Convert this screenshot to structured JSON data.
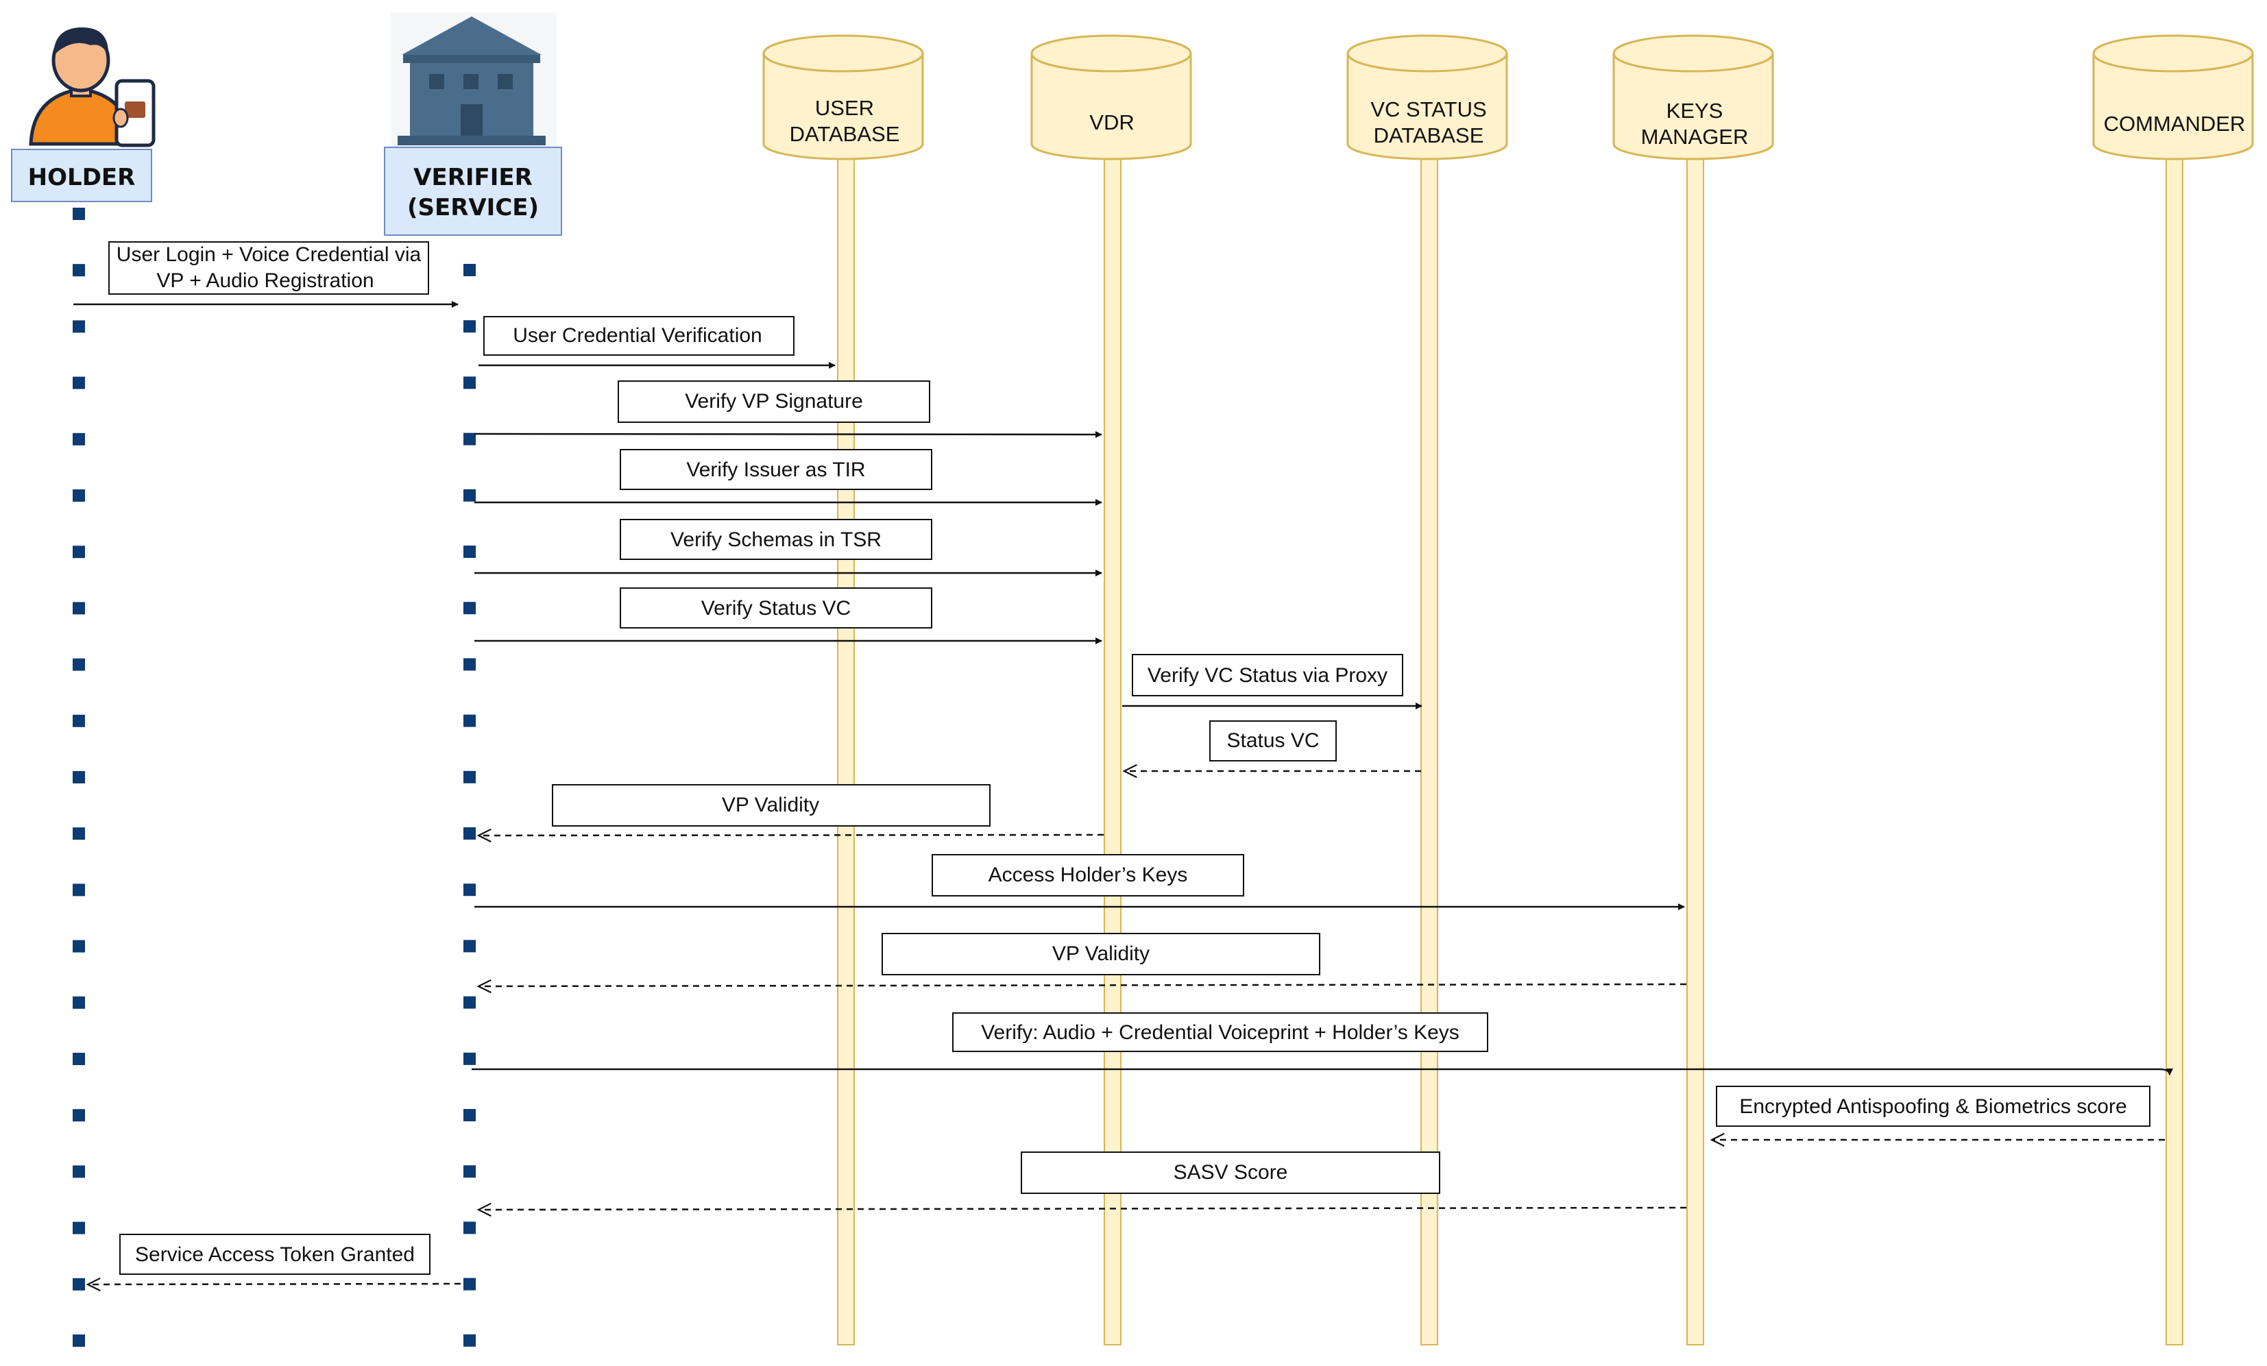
{
  "actors": {
    "holder": {
      "label": "HOLDER",
      "icon": "person-with-phone-icon"
    },
    "verifier": {
      "label_line1": "VERIFIER",
      "label_line2": "(SERVICE)",
      "icon": "building-icon"
    }
  },
  "databases": {
    "user_db": {
      "line1": "USER",
      "line2": "DATABASE"
    },
    "vdr": {
      "line1": "VDR",
      "line2": ""
    },
    "vc_status_db": {
      "line1": "VC STATUS",
      "line2": "DATABASE"
    },
    "keys_manager": {
      "line1": "KEYS",
      "line2": "MANAGER"
    },
    "commander": {
      "line1": "COMMANDER",
      "line2": ""
    }
  },
  "messages": [
    {
      "label_line1": "User Login + Voice Credential via",
      "label_line2": "VP + Audio Registration",
      "type": "request"
    },
    {
      "label": "User Credential Verification",
      "type": "request"
    },
    {
      "label": "Verify VP Signature",
      "type": "request"
    },
    {
      "label": "Verify Issuer as TIR",
      "type": "request"
    },
    {
      "label": "Verify Schemas in TSR",
      "type": "request"
    },
    {
      "label": "Verify Status VC",
      "type": "request"
    },
    {
      "label": "Verify VC Status via Proxy",
      "type": "request"
    },
    {
      "label": "Status VC",
      "type": "response"
    },
    {
      "label": "VP Validity",
      "type": "response"
    },
    {
      "label": "Access Holder’s Keys",
      "type": "request"
    },
    {
      "label": "VP Validity",
      "type": "response"
    },
    {
      "label": "Verify: Audio + Credential Voiceprint + Holder’s Keys",
      "type": "request"
    },
    {
      "label": "Encrypted Antispoofing & Biometrics score",
      "type": "response"
    },
    {
      "label": "SASV Score",
      "type": "response"
    },
    {
      "label": "Service Access Token Granted",
      "type": "response"
    }
  ],
  "colors": {
    "db_fill": "#fff2cc",
    "db_stroke": "#d6b656",
    "actor_box_fill": "#dae8fc",
    "actor_box_stroke": "#6c8ebf",
    "dot_color": "#0d3b73",
    "building": "#4a6d8c",
    "skin": "#f5b98a",
    "shirt": "#f58a1f",
    "hair": "#1f2a44"
  }
}
